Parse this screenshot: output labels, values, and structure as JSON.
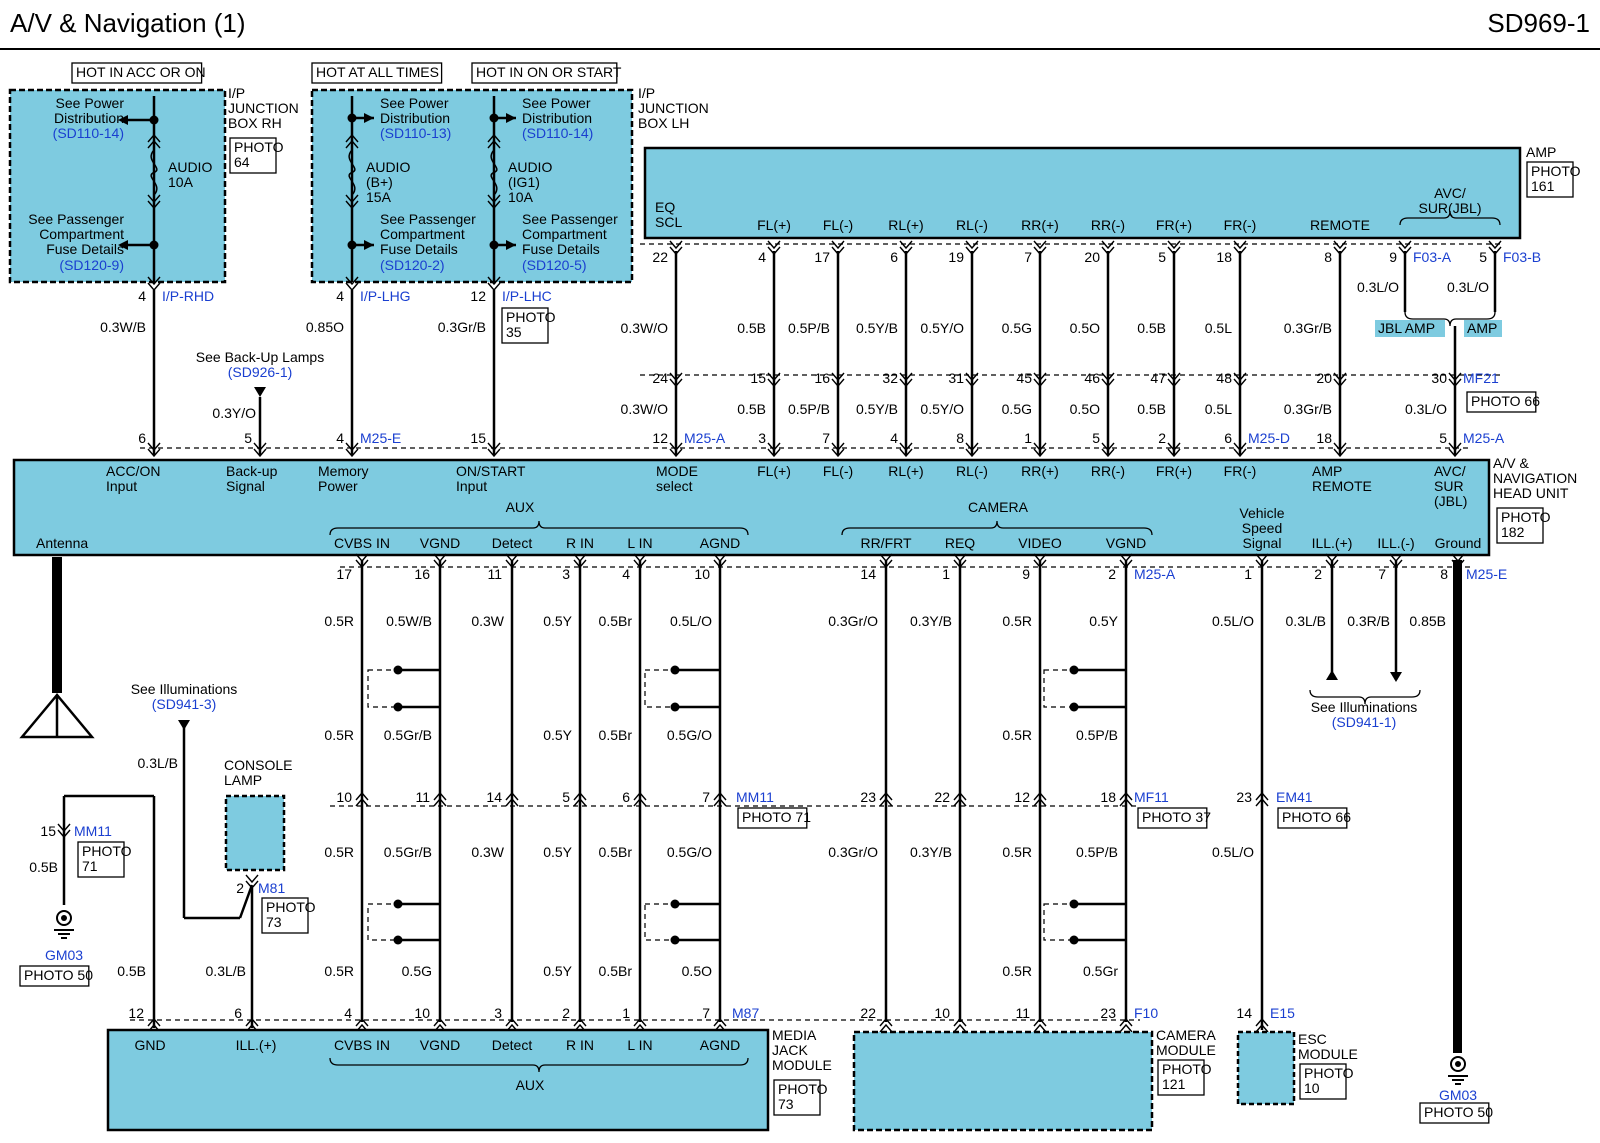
{
  "header": {
    "title": "A/V & Navigation (1)",
    "code": "SD969-1"
  },
  "banners": [
    "HOT IN ACC OR ON",
    "HOT AT ALL TIMES",
    "HOT IN ON OR START"
  ],
  "fuses": [
    {
      "l1": "See Power",
      "l2": "Distribution",
      "ref": "(SD110-14)",
      "name1": "AUDIO",
      "name2": "10A",
      "name3": "",
      "p1": "See Passenger",
      "p2": "Compartment",
      "p3": "Fuse Details",
      "pref": "(SD120-9)",
      "pin": "4",
      "conn": "I/P-RHD",
      "wire": "0.3W/B"
    },
    {
      "l1": "See Power",
      "l2": "Distribution",
      "ref": "(SD110-13)",
      "name1": "AUDIO",
      "name2": "(B+)",
      "name3": "15A",
      "p1": "See Passenger",
      "p2": "Compartment",
      "p3": "Fuse Details",
      "pref": "(SD120-2)",
      "pin": "4",
      "conn": "I/P-LHG",
      "wire": "0.85O"
    },
    {
      "l1": "See Power",
      "l2": "Distribution",
      "ref": "(SD110-14)",
      "name1": "AUDIO",
      "name2": "(IG1)",
      "name3": "10A",
      "p1": "See Passenger",
      "p2": "Compartment",
      "p3": "Fuse Details",
      "pref": "(SD120-5)",
      "pin": "12",
      "conn": "I/P-LHC",
      "wire": "0.3Gr/B"
    }
  ],
  "junction_rh": [
    "I/P",
    "JUNCTION",
    "BOX RH"
  ],
  "junction_lh": [
    "I/P",
    "JUNCTION",
    "BOX LH"
  ],
  "photos": {
    "jrh": [
      "PHOTO",
      "64"
    ],
    "jlh": [
      "PHOTO",
      "35"
    ],
    "amp": [
      "PHOTO",
      "161"
    ],
    "mf21": [
      "PHOTO 66"
    ],
    "head": [
      "PHOTO",
      "182"
    ],
    "mm11a": [
      "PHOTO 71"
    ],
    "mf11": [
      "PHOTO 37"
    ],
    "em41": [
      "PHOTO 66"
    ],
    "mm11b": [
      "PHOTO",
      "71"
    ],
    "m81": [
      "PHOTO",
      "73"
    ],
    "gm03a": [
      "PHOTO 50"
    ],
    "media": [
      "PHOTO",
      "73"
    ],
    "cam": [
      "PHOTO",
      "121"
    ],
    "esc": [
      "PHOTO",
      "10"
    ],
    "gm03b": [
      "PHOTO 50"
    ]
  },
  "amp": {
    "label": "AMP",
    "eq": [
      "EQ",
      "SCL"
    ],
    "pins": [
      {
        "label": "FL(+)",
        "top": "4",
        "w1": "0.5B",
        "mid1": "15",
        "mid2": "3",
        "w2": "0.5B"
      },
      {
        "label": "FL(-)",
        "top": "17",
        "w1": "0.5P/B",
        "mid1": "16",
        "mid2": "7",
        "w2": "0.5P/B"
      },
      {
        "label": "RL(+)",
        "top": "6",
        "w1": "0.5Y/B",
        "mid1": "32",
        "mid2": "4",
        "w2": "0.5Y/B"
      },
      {
        "label": "RL(-)",
        "top": "19",
        "w1": "0.5Y/O",
        "mid1": "31",
        "mid2": "8",
        "w2": "0.5Y/O"
      },
      {
        "label": "RR(+)",
        "top": "7",
        "w1": "0.5G",
        "mid1": "45",
        "mid2": "1",
        "w2": "0.5G"
      },
      {
        "label": "RR(-)",
        "top": "20",
        "w1": "0.5O",
        "mid1": "46",
        "mid2": "5",
        "w2": "0.5O"
      },
      {
        "label": "FR(+)",
        "top": "5",
        "w1": "0.5B",
        "mid1": "47",
        "mid2": "2",
        "w2": "0.5B"
      },
      {
        "label": "FR(-)",
        "top": "18",
        "w1": "0.5L",
        "mid1": "48",
        "mid2": "6",
        "w2": "0.5L"
      }
    ],
    "eqpin": {
      "top": "22",
      "w1": "0.3W/O",
      "mid1": "24",
      "mid2": "12",
      "w2": "0.3W/O"
    },
    "remote": {
      "label": "REMOTE",
      "top": "8",
      "w1": "0.3Gr/B",
      "mid1": "20",
      "mid2": "18",
      "w2": "0.3Gr/B"
    },
    "avc": [
      "AVC/",
      "SUR(JBL)"
    ],
    "avcpins": [
      {
        "pin": "9",
        "conn": "F03-A",
        "wire": "0.3L/O",
        "tag": "JBL AMP"
      },
      {
        "pin": "5",
        "conn": "F03-B",
        "wire": "0.3L/O",
        "tag": "AMP"
      }
    ],
    "avcjoin": {
      "mid1": "30",
      "mid2": "5",
      "w2": "0.3L/O"
    }
  },
  "conn": {
    "mf21": "MF21",
    "m25a_top": "M25-A",
    "m25d": "M25-D",
    "m25a_right": "M25-A",
    "m25e_top": "M25-E",
    "m25a_bot": "M25-A",
    "m25e_bot": "M25-E",
    "mm11": "MM11",
    "mf11": "MF11",
    "em41": "EM41",
    "mm11b": "MM11",
    "m81": "M81",
    "m87": "M87",
    "f10": "F10",
    "e15": "E15",
    "gm03": "GM03",
    "gm03b": "GM03"
  },
  "backup": {
    "l1": "See Back-Up Lamps",
    "ref": "(SD926-1)",
    "wire": "0.3Y/O"
  },
  "head": {
    "top_labels": [
      [
        "ACC/ON",
        "Input"
      ],
      [
        "Back-up",
        "Signal"
      ],
      [
        "Memory",
        "Power"
      ],
      [
        "ON/START",
        "Input"
      ],
      [
        "MODE",
        "select"
      ]
    ],
    "top_pins": [
      "6",
      "5",
      "4",
      "15"
    ],
    "name": [
      "A/V &",
      "NAVIGATION",
      "HEAD UNIT"
    ],
    "amp_remote": [
      "AMP",
      "REMOTE"
    ],
    "avc_sur": [
      "AVC/",
      "SUR",
      "(JBL)"
    ],
    "aux": "AUX",
    "camera": "CAMERA",
    "antenna": "Antenna",
    "bottom_labels": [
      "CVBS IN",
      "VGND",
      "Detect",
      "R IN",
      "L IN",
      "AGND",
      "RR/FRT",
      "REQ",
      "VIDEO",
      "VGND"
    ],
    "vss": [
      "Vehicle",
      "Speed",
      "Signal"
    ],
    "ill": [
      "ILL.(+)",
      "ILL.(-)",
      "Ground"
    ]
  },
  "aux_pins": [
    {
      "hp": "17",
      "w1": "0.5R",
      "w2": "0.5R",
      "mp": "10",
      "w3": "0.5R",
      "w4": "0.5R",
      "bp": "4"
    },
    {
      "hp": "16",
      "w1": "0.5W/B",
      "w2": "0.5Gr/B",
      "mp": "11",
      "w3": "0.5Gr/B",
      "w4": "0.5G",
      "bp": "10"
    },
    {
      "hp": "11",
      "w1": "0.3W",
      "w2": "",
      "mp": "14",
      "w3": "0.3W",
      "w4": "",
      "bp": "3"
    },
    {
      "hp": "3",
      "w1": "0.5Y",
      "w2": "0.5Y",
      "mp": "5",
      "w3": "0.5Y",
      "w4": "0.5Y",
      "bp": "2"
    },
    {
      "hp": "4",
      "w1": "0.5Br",
      "w2": "0.5Br",
      "mp": "6",
      "w3": "0.5Br",
      "w4": "0.5Br",
      "bp": "1"
    },
    {
      "hp": "10",
      "w1": "0.5L/O",
      "w2": "0.5G/O",
      "mp": "7",
      "w3": "0.5G/O",
      "w4": "0.5O",
      "bp": "7"
    }
  ],
  "cam_pins": [
    {
      "hp": "14",
      "w1": "0.3Gr/O",
      "mp": "23",
      "w3": "0.3Gr/O",
      "bp": "22"
    },
    {
      "hp": "1",
      "w1": "0.3Y/B",
      "mp": "22",
      "w3": "0.3Y/B",
      "bp": "10"
    },
    {
      "hp": "9",
      "w1": "0.5R",
      "w2": "0.5R",
      "mp": "12",
      "w3": "0.5R",
      "w4": "0.5R",
      "bp": "11"
    },
    {
      "hp": "2",
      "w1": "0.5Y",
      "w2": "0.5P/B",
      "mp": "18",
      "w3": "0.5P/B",
      "w4": "0.5Gr",
      "bp": "23"
    }
  ],
  "right_pins": {
    "vss": {
      "hp": "1",
      "w": "0.5L/O",
      "mp": "23",
      "w2": "0.5L/O",
      "bp": "14"
    },
    "illp": {
      "hp": "2",
      "w": "0.3L/B"
    },
    "illm": {
      "hp": "7",
      "w": "0.3R/B"
    },
    "gnd": {
      "hp": "8",
      "w": "0.85B"
    },
    "see_ill": [
      "See Illuminations",
      "(SD941-1)"
    ]
  },
  "left": {
    "see_ill": [
      "See Illuminations",
      "(SD941-3)"
    ],
    "wire_ill": "0.3L/B",
    "console": [
      "CONSOLE",
      "LAMP"
    ],
    "m81pin": "2",
    "mm11pin": "15",
    "w05b": "0.5B",
    "w05b2": "0.5B",
    "w03lb": "0.3L/B"
  },
  "media": {
    "name": [
      "MEDIA",
      "JACK",
      "MODULE"
    ],
    "labels": [
      "GND",
      "ILL.(+)",
      "CVBS IN",
      "VGND",
      "Detect",
      "R IN",
      "L IN",
      "AGND"
    ],
    "aux": "AUX",
    "pins": [
      "12",
      "6"
    ]
  },
  "camera_module": [
    "CAMERA",
    "MODULE"
  ],
  "esc_module": [
    "ESC",
    "MODULE"
  ],
  "colors": {
    "fill": "#7ecbe0",
    "conn": "#1a3fd0",
    "line": "#000000"
  }
}
